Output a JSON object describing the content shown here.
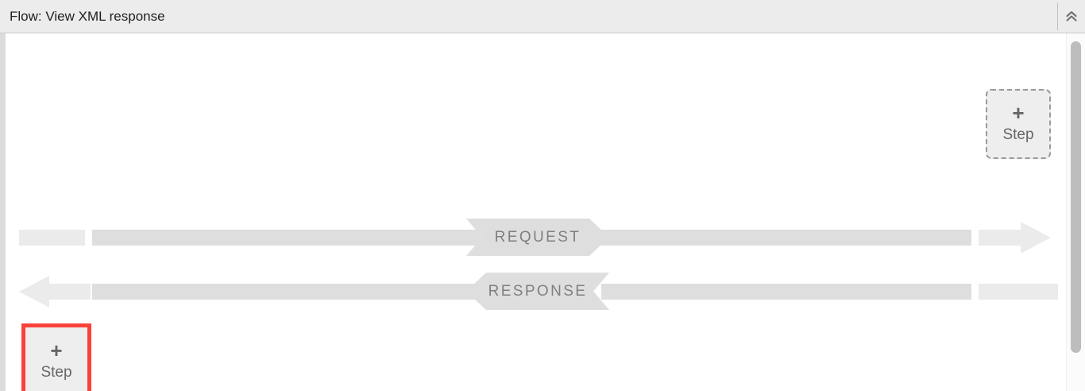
{
  "header": {
    "title": "Flow: View XML response",
    "collapse_icon": "chevron-double-up-icon"
  },
  "canvas": {
    "steps": [
      {
        "id": "add-step-top",
        "plus": "+",
        "label": "Step",
        "border_style": "dashed",
        "border_color": "#9a9a9a",
        "fill": "#eeeeee",
        "selected": false
      },
      {
        "id": "add-step-bottom",
        "plus": "+",
        "label": "Step",
        "border_style": "solid",
        "border_color": "#f9423a",
        "fill": "#eeeeee",
        "selected": true
      }
    ],
    "lanes": [
      {
        "id": "request",
        "label": "REQUEST",
        "direction": "right",
        "bar_color_light": "#ebebeb",
        "bar_color_dark": "#dedede",
        "label_color": "#808080"
      },
      {
        "id": "response",
        "label": "RESPONSE",
        "direction": "left",
        "bar_color_light": "#ebebeb",
        "bar_color_dark": "#dedede",
        "label_color": "#808080"
      }
    ]
  },
  "scrollbar": {
    "orientation": "vertical",
    "thumb_color": "#bdbdbd",
    "track_color": "#fbfbfb"
  }
}
